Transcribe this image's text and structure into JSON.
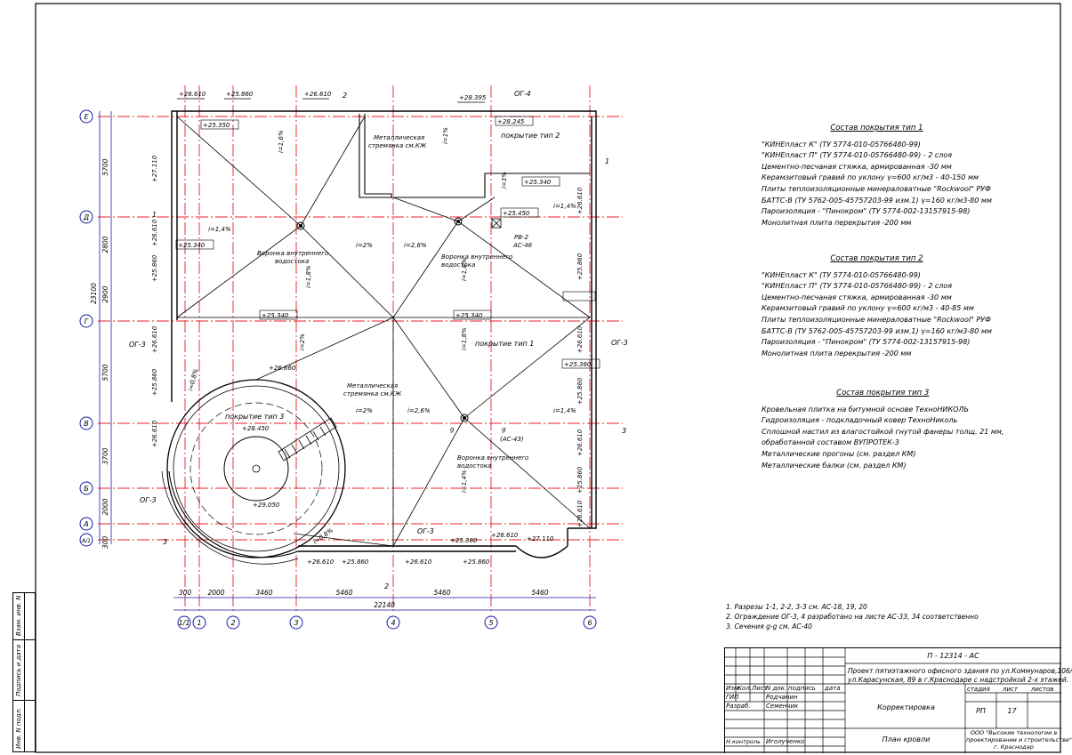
{
  "grid": {
    "axes_x": [
      "1/1",
      "1",
      "2",
      "3",
      "4",
      "5",
      "6"
    ],
    "axes_y": [
      "Е",
      "Д",
      "Г",
      "В",
      "Б",
      "А",
      "А/1"
    ],
    "dims_bottom": [
      "300",
      "2000",
      "3460",
      "5460",
      "5460",
      "5460"
    ],
    "dim_total_bottom": "22140",
    "dims_left": [
      "5700",
      "2800",
      "2900",
      "5700",
      "3700",
      "2000",
      "300"
    ],
    "dim_total_left": "23100"
  },
  "levels": {
    "top": [
      "+26.610",
      "+25.860",
      "+26.610",
      "+28.395"
    ],
    "roof": [
      "+25.350",
      "+28.245",
      "+25.340",
      "+25.450",
      "+25.340",
      "+25.340",
      "+25.340",
      "+25.360",
      "+26.660",
      "+28.450",
      "+29.050",
      "+25.360"
    ],
    "left": [
      "+27.110",
      "+26.610",
      "+25.860",
      "+26.610",
      "+25.860",
      "+26.610"
    ],
    "right": [
      "+26.610",
      "+25.860",
      "+26.610",
      "+25.860",
      "+26.610",
      "+25.860",
      "+26.610"
    ],
    "bottom": [
      "+26.610",
      "+25.860",
      "+26.610",
      "+25.860",
      "+26.610",
      "+27.110"
    ]
  },
  "slopes": [
    "i=1,6%",
    "i=1%",
    "i=3%",
    "i=1,4%",
    "i=1,4%",
    "i=2%",
    "i=2,6%",
    "i=1,8%",
    "i=1,8%",
    "i=2%",
    "i=1,8%",
    "i=2%",
    "i=2,6%",
    "i=1,4%",
    "i=1,4%",
    "i=0,8%",
    "i=0,8%"
  ],
  "labels": {
    "coating1": "покрытие тип 1",
    "coating2": "покрытие тип 2",
    "coating3": "покрытие тип 3",
    "funnel_line1": "Воронка внутреннего",
    "funnel_line2": "водостока",
    "ladder_line1": "Металлическая",
    "ladder_line2": "стремянка см.КЖ",
    "og3": "ОГ-3",
    "og4": "ОГ-4",
    "rv2": "РВ-2",
    "as46": "АС-46",
    "sec_g": "g",
    "sec_as43": "(АС-43)",
    "cut1": "1",
    "cut2": "2",
    "cut3": "3"
  },
  "spec1": {
    "title": "Состав покрытия тип 1",
    "lines": [
      "\"КИНЕпласт К\" (ТУ 5774-010-05766480-99)",
      "\"КИНЕпласт П\" (ТУ 5774-010-05766480-99)          - 2 слоя",
      "Цементно-песчаная стяжка, армированная  -30 мм",
      "Керамзитовый гравий по уклону  γ=600 кг/м3 - 40-150 мм",
      "Плиты теплоизоляционные минераловатные \"Rockwool\" РУФ",
      "БАТТС-В (ТУ 5762-005-45757203-99 изм.1)  γ=160 кг/м3-80 мм",
      "Пароизоляция - \"Пинокром\" (ТУ 5774-002-13157915-98)",
      "Монолитная плита перекрытия -200 мм"
    ]
  },
  "spec2": {
    "title": "Состав покрытия тип 2",
    "lines": [
      "\"КИНЕпласт К\" (ТУ 5774-010-05766480-99)",
      "\"КИНЕпласт П\" (ТУ 5774-010-05766480-99)          - 2 слоя",
      "Цементно-песчаная стяжка, армированная  -30 мм",
      "Керамзитовый гравий по уклону  γ=600 кг/м3 - 40-85 мм",
      "Плиты теплоизоляционные минераловатные \"Rockwool\" РУФ",
      "БАТТС-В (ТУ 5762-005-45757203-99 изм.1)  γ=160 кг/м3-80 мм",
      "Пароизоляция - \"Пинокром\" (ТУ 5774-002-13157915-98)",
      "Монолитная плита перекрытия -200 мм"
    ]
  },
  "spec3": {
    "title": "Состав покрытия тип 3",
    "lines": [
      "Кровельная плитка на битумной основе ТехноНИКОЛЬ",
      "Гидроизоляция - подкладочный ковер ТехноНиколь",
      "Сплошной настил из влагостойкой гнутой фанеры толщ. 21 мм,",
      "обработанной составом ВУПРОТЕК-3",
      "Металлические прогоны  (см. раздел КМ)",
      "Металлические балки (см. раздел КМ)"
    ]
  },
  "notes": [
    "1. Разрезы 1-1, 2-2, 3-3 см. АС-18, 19, 20",
    "2. Ограждение ОГ-3, 4 разработано на листе АС-33, 34 соответственно",
    "3. Сечения g-g см. АС-40"
  ],
  "stamp": {
    "code": "П - 12314 - АС",
    "project_line1": "Проект пятиэтажного офисного здания по ул.Коммунаров,106/",
    "project_line2": "ул.Карасунская, 89 в г.Краснодаре с надстройкой 2-х этажей.",
    "hdr_change": "Изм.",
    "hdr_count": "Кол.",
    "hdr_sheet": "Лист",
    "hdr_doc": "N док.",
    "hdr_sign": "подпись",
    "hdr_date": "дата",
    "gip": "ГИП",
    "gip_name": "Родчанин",
    "developer": "Разраб.",
    "developer_name": "Семенчик",
    "norm": "Н.контроль",
    "norm_name": "Иголученко",
    "stage_label": "стадия",
    "sheet_label": "лист",
    "sheets_label": "листов",
    "correction": "Корректировка",
    "stage": "РП",
    "sheet": "17",
    "sheet_title": "План кровли",
    "company_line1": "ООО \"Высокие технологии в",
    "company_line2": "проектировании и строительстве\"",
    "company_line3": "г. Краснодар"
  },
  "sidebar": {
    "inv": "Инв. N подл.",
    "sign": "Подпись и дата",
    "vzam": "Взам. инв. N"
  },
  "colors": {
    "line": "#000000",
    "axis": "#e8202a",
    "dim": "#1a1aa8",
    "axis_label": "#1a1aa8"
  }
}
